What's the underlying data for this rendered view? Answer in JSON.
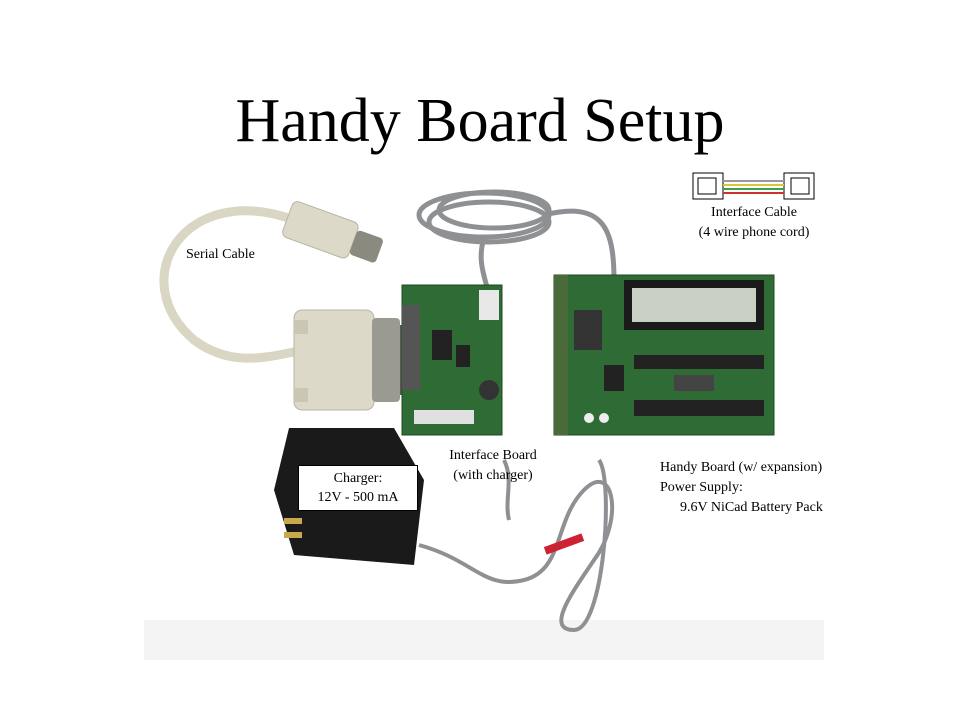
{
  "title": "Handy Board Setup",
  "labels": {
    "serial_cable": "Serial Cable",
    "interface_cable_line1": "Interface Cable",
    "interface_cable_line2": "(4 wire phone cord)",
    "interface_board_line1": "Interface Board",
    "interface_board_line2": "(with charger)",
    "charger_line1": "Charger:",
    "charger_line2": "12V - 500 mA",
    "handy_board_line1": "Handy Board (w/ expansion)",
    "handy_board_line2": "Power Supply:",
    "handy_board_line3": "9.6V NiCad Battery Pack"
  },
  "colors": {
    "background": "#ffffff",
    "text": "#000000",
    "pcb_green": "#2f6b34",
    "cable_beige": "#d9d6c4",
    "cable_gray": "#8e9093"
  }
}
